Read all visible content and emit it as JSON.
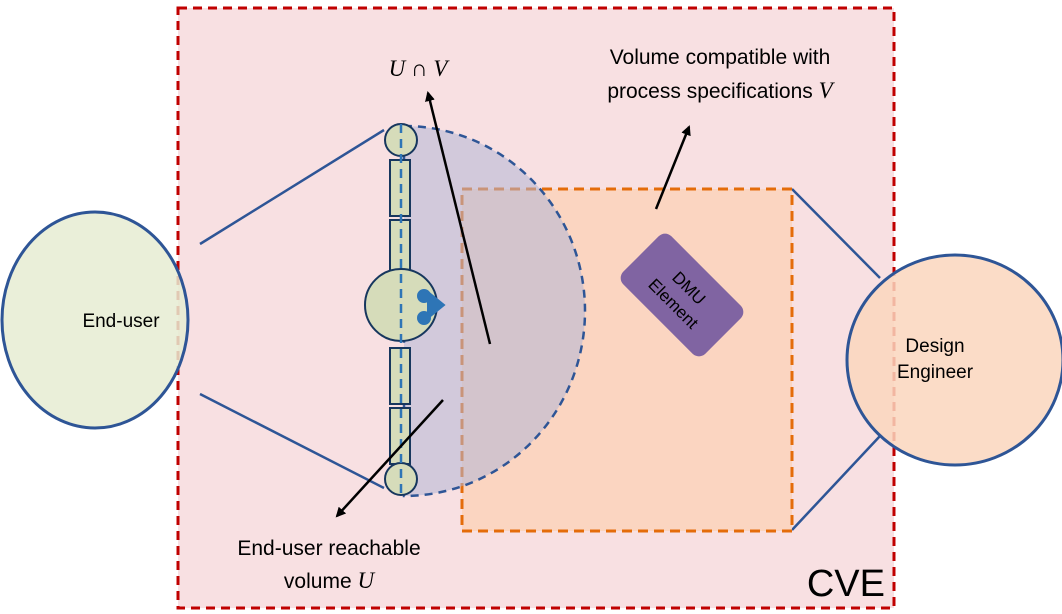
{
  "cve": {
    "label": "CVE",
    "fill": "#f8e0e2",
    "border": "#c00000"
  },
  "end_user": {
    "label": "End-user",
    "fill": "#e6ecd2",
    "border": "#2e5596"
  },
  "design_engineer": {
    "line1": "Design",
    "line2": "Engineer",
    "fill": "#fad6bd",
    "border": "#2e5596"
  },
  "dmu": {
    "line1": "DMU",
    "line2": "Element",
    "fill": "#8064a2"
  },
  "reach_volume": {
    "fill": "#b3b6d6",
    "border": "#2e5596"
  },
  "process_volume": {
    "fill": "#fbd2bb",
    "border": "#e46c0a"
  },
  "labels": {
    "intersection": "U ∩ V",
    "volume_v_line1": "Volume compatible with",
    "volume_v_line2_text": "process specifications ",
    "volume_v_line2_var": "V",
    "reachable_line1": "End-user reachable",
    "reachable_line2_text": "volume ",
    "reachable_line2_var": "U"
  },
  "manikin": {
    "fill": "#d6dcba",
    "stroke": "#17375e",
    "accent": "#2e75b6"
  }
}
